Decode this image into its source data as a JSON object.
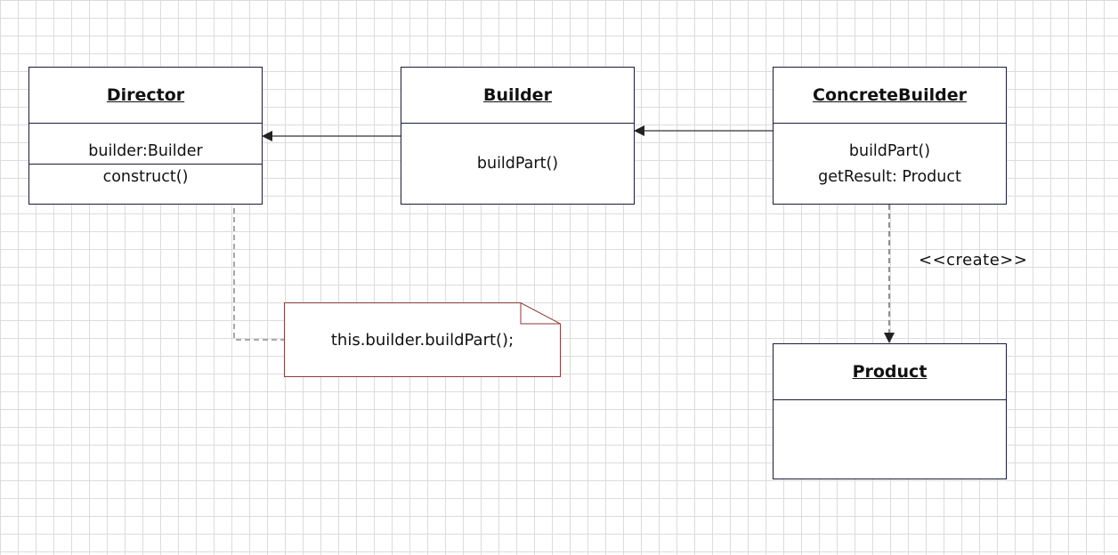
{
  "diagram": {
    "classes": {
      "director": {
        "name": "Director",
        "attribute": "builder:Builder",
        "operation": "construct()"
      },
      "builder": {
        "name": "Builder",
        "operation": "buildPart()"
      },
      "concrete_builder": {
        "name": "ConcreteBuilder",
        "operations": [
          "buildPart()",
          "getResult: Product"
        ]
      },
      "product": {
        "name": "Product"
      }
    },
    "note": {
      "text": "this.builder.buildPart();"
    },
    "relations": {
      "create_stereotype": "<<create>>"
    },
    "colors": {
      "class_border": "#1b1b3a",
      "note_border": "#8b3a3a",
      "connector": "#333333",
      "grid": "#dcdcdc"
    }
  }
}
